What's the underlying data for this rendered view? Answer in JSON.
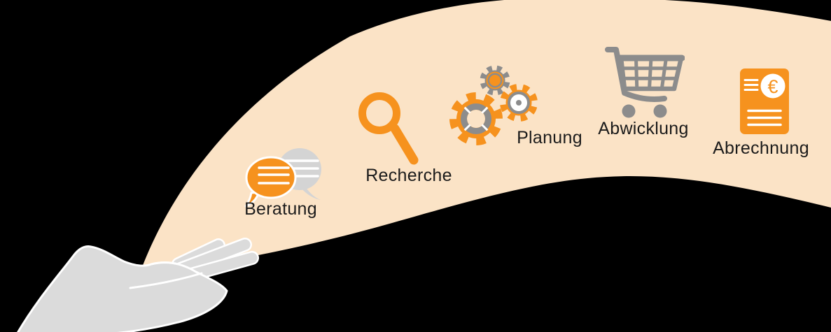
{
  "steps": [
    {
      "label": "Beratung",
      "icon": "speech-bubbles-icon"
    },
    {
      "label": "Recherche",
      "icon": "magnifier-icon"
    },
    {
      "label": "Planung",
      "icon": "gears-icon"
    },
    {
      "label": "Abwicklung",
      "icon": "shopping-cart-icon"
    },
    {
      "label": "Abrechnung",
      "icon": "invoice-icon",
      "currency_symbol": "€"
    }
  ],
  "colors": {
    "background": "#000000",
    "band": "#FBE3C6",
    "orange": "#F6921E",
    "icon_gray": "#8C8C8C",
    "bubble_gray": "#D4D4D4",
    "hand_gray": "#DBDBDB",
    "white": "#FFFFFF",
    "text": "#1B1B1B"
  }
}
